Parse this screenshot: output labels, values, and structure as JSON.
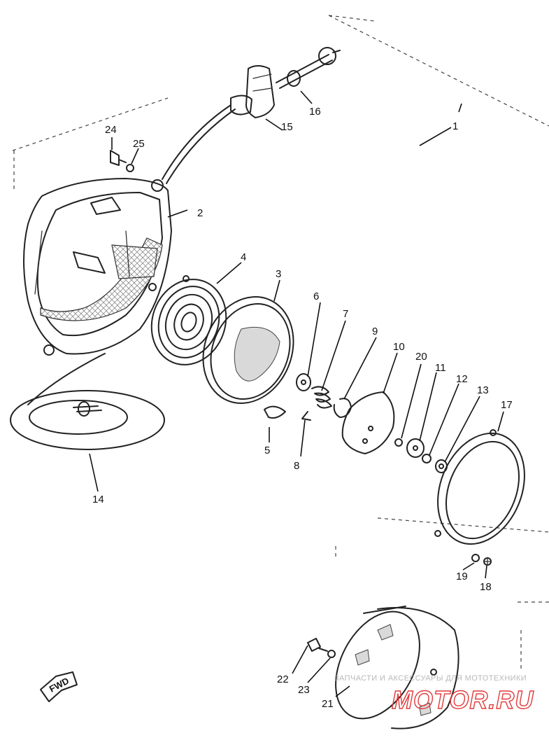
{
  "callouts": [
    "1",
    "2",
    "3",
    "4",
    "5",
    "6",
    "7",
    "8",
    "9",
    "10",
    "11",
    "12",
    "13",
    "14",
    "15",
    "16",
    "17",
    "18",
    "19",
    "20",
    "21",
    "22",
    "23",
    "24",
    "25"
  ],
  "fwd_label": "FWD",
  "watermark": {
    "tagline": "ЗАПЧАСТИ И АКСЕССУАРЫ ДЛЯ МОТОТЕХНИКИ",
    "site": "MOTOR.RU"
  },
  "colors": {
    "line": "#222222",
    "watermark_red": "#e23a3a",
    "watermark_grey": "#b9b9b9"
  }
}
